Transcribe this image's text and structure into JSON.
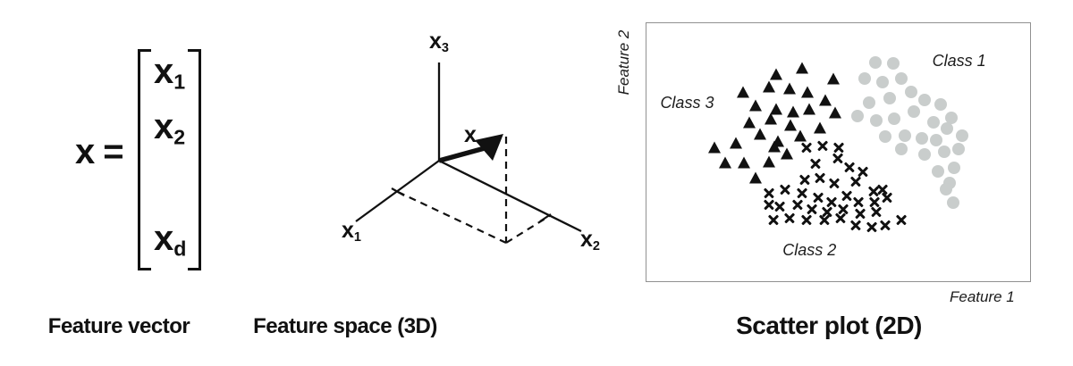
{
  "panels": {
    "vector": {
      "lhs_symbol": "x",
      "equals_sign": "=",
      "entries": [
        {
          "base": "x",
          "sub": "1"
        },
        {
          "base": "x",
          "sub": "2"
        },
        {
          "base": "x",
          "sub": "d"
        }
      ],
      "caption": "Feature vector"
    },
    "space3d": {
      "axis_labels": [
        {
          "base": "x",
          "sub": "1"
        },
        {
          "base": "x",
          "sub": "2"
        },
        {
          "base": "x",
          "sub": "3"
        }
      ],
      "vector_label": "x",
      "caption": "Feature space (3D)"
    },
    "scatter": {
      "caption": "Scatter plot (2D)",
      "xlabel": "Feature 1",
      "ylabel": "Feature 2",
      "class_labels": [
        "Class 1",
        "Class 2",
        "Class 3"
      ]
    }
  },
  "colors": {
    "ink": "#111111",
    "class1_fill": "#c9cdcc",
    "plot_border": "#919191",
    "background": "#ffffff"
  },
  "chart_data": {
    "type": "scatter",
    "title": "Scatter plot (2D)",
    "xlabel": "Feature 1",
    "ylabel": "Feature 2",
    "axis_ticks": "none",
    "legend": "in-plot text labels",
    "coordinate_system": "percent of plot box; x right from left edge, y down from top edge",
    "series": [
      {
        "name": "Class 1",
        "marker": "circle",
        "color": "#c9cdcc",
        "count": 31,
        "points": [
          [
            59.6,
            15.1
          ],
          [
            64.3,
            15.5
          ],
          [
            56.8,
            21.3
          ],
          [
            61.5,
            22.7
          ],
          [
            66.4,
            21.3
          ],
          [
            69.1,
            26.8
          ],
          [
            63.3,
            29.2
          ],
          [
            58.0,
            30.9
          ],
          [
            72.6,
            29.9
          ],
          [
            76.8,
            31.6
          ],
          [
            55.0,
            36.1
          ],
          [
            59.9,
            37.8
          ],
          [
            64.5,
            37.1
          ],
          [
            69.8,
            34.4
          ],
          [
            74.9,
            38.5
          ],
          [
            79.6,
            36.8
          ],
          [
            62.2,
            44.0
          ],
          [
            67.3,
            43.6
          ],
          [
            71.9,
            44.7
          ],
          [
            75.6,
            45.4
          ],
          [
            78.4,
            40.9
          ],
          [
            82.4,
            43.6
          ],
          [
            66.4,
            48.8
          ],
          [
            72.6,
            50.9
          ],
          [
            77.7,
            49.8
          ],
          [
            81.4,
            48.8
          ],
          [
            76.1,
            57.4
          ],
          [
            80.3,
            56.0
          ],
          [
            79.1,
            61.9
          ],
          [
            78.0,
            64.3
          ],
          [
            80.0,
            69.4
          ]
        ]
      },
      {
        "name": "Class 2",
        "marker": "x",
        "color": "#111111",
        "count": 39,
        "points": [
          [
            41.8,
            48.1
          ],
          [
            45.9,
            47.4
          ],
          [
            50.1,
            48.1
          ],
          [
            44.1,
            54.3
          ],
          [
            49.9,
            52.2
          ],
          [
            52.9,
            55.7
          ],
          [
            56.4,
            57.4
          ],
          [
            41.3,
            60.8
          ],
          [
            45.2,
            60.1
          ],
          [
            49.0,
            61.9
          ],
          [
            54.5,
            61.2
          ],
          [
            59.2,
            65.3
          ],
          [
            61.5,
            64.3
          ],
          [
            32.0,
            66.0
          ],
          [
            36.2,
            64.6
          ],
          [
            40.6,
            66.0
          ],
          [
            44.8,
            67.7
          ],
          [
            48.3,
            69.4
          ],
          [
            52.2,
            67.0
          ],
          [
            55.2,
            69.4
          ],
          [
            59.4,
            69.4
          ],
          [
            62.6,
            67.7
          ],
          [
            34.8,
            71.1
          ],
          [
            39.4,
            70.4
          ],
          [
            43.2,
            72.2
          ],
          [
            47.1,
            73.2
          ],
          [
            51.3,
            72.2
          ],
          [
            55.7,
            73.9
          ],
          [
            59.9,
            73.2
          ],
          [
            32.0,
            70.4
          ],
          [
            33.2,
            76.3
          ],
          [
            37.4,
            75.6
          ],
          [
            41.8,
            76.3
          ],
          [
            46.4,
            76.3
          ],
          [
            54.5,
            78.4
          ],
          [
            58.7,
            79.0
          ],
          [
            62.2,
            78.4
          ],
          [
            66.4,
            76.3
          ],
          [
            50.6,
            75.6
          ]
        ]
      },
      {
        "name": "Class 3",
        "marker": "triangle",
        "color": "#111111",
        "count": 28,
        "points": [
          [
            33.9,
            19.6
          ],
          [
            40.6,
            17.2
          ],
          [
            25.1,
            26.5
          ],
          [
            32.0,
            24.7
          ],
          [
            37.4,
            25.1
          ],
          [
            42.0,
            26.8
          ],
          [
            48.7,
            21.6
          ],
          [
            28.5,
            32.0
          ],
          [
            33.9,
            33.3
          ],
          [
            38.3,
            34.4
          ],
          [
            42.5,
            33.3
          ],
          [
            46.6,
            29.9
          ],
          [
            49.2,
            34.7
          ],
          [
            26.7,
            38.5
          ],
          [
            32.5,
            37.1
          ],
          [
            37.6,
            39.5
          ],
          [
            45.2,
            40.5
          ],
          [
            29.7,
            43.0
          ],
          [
            34.3,
            45.7
          ],
          [
            17.6,
            48.1
          ],
          [
            23.4,
            46.4
          ],
          [
            20.4,
            54.0
          ],
          [
            25.3,
            54.0
          ],
          [
            33.4,
            47.8
          ],
          [
            36.7,
            50.5
          ],
          [
            32.0,
            53.6
          ],
          [
            28.5,
            59.8
          ],
          [
            40.1,
            43.6
          ]
        ]
      }
    ]
  }
}
